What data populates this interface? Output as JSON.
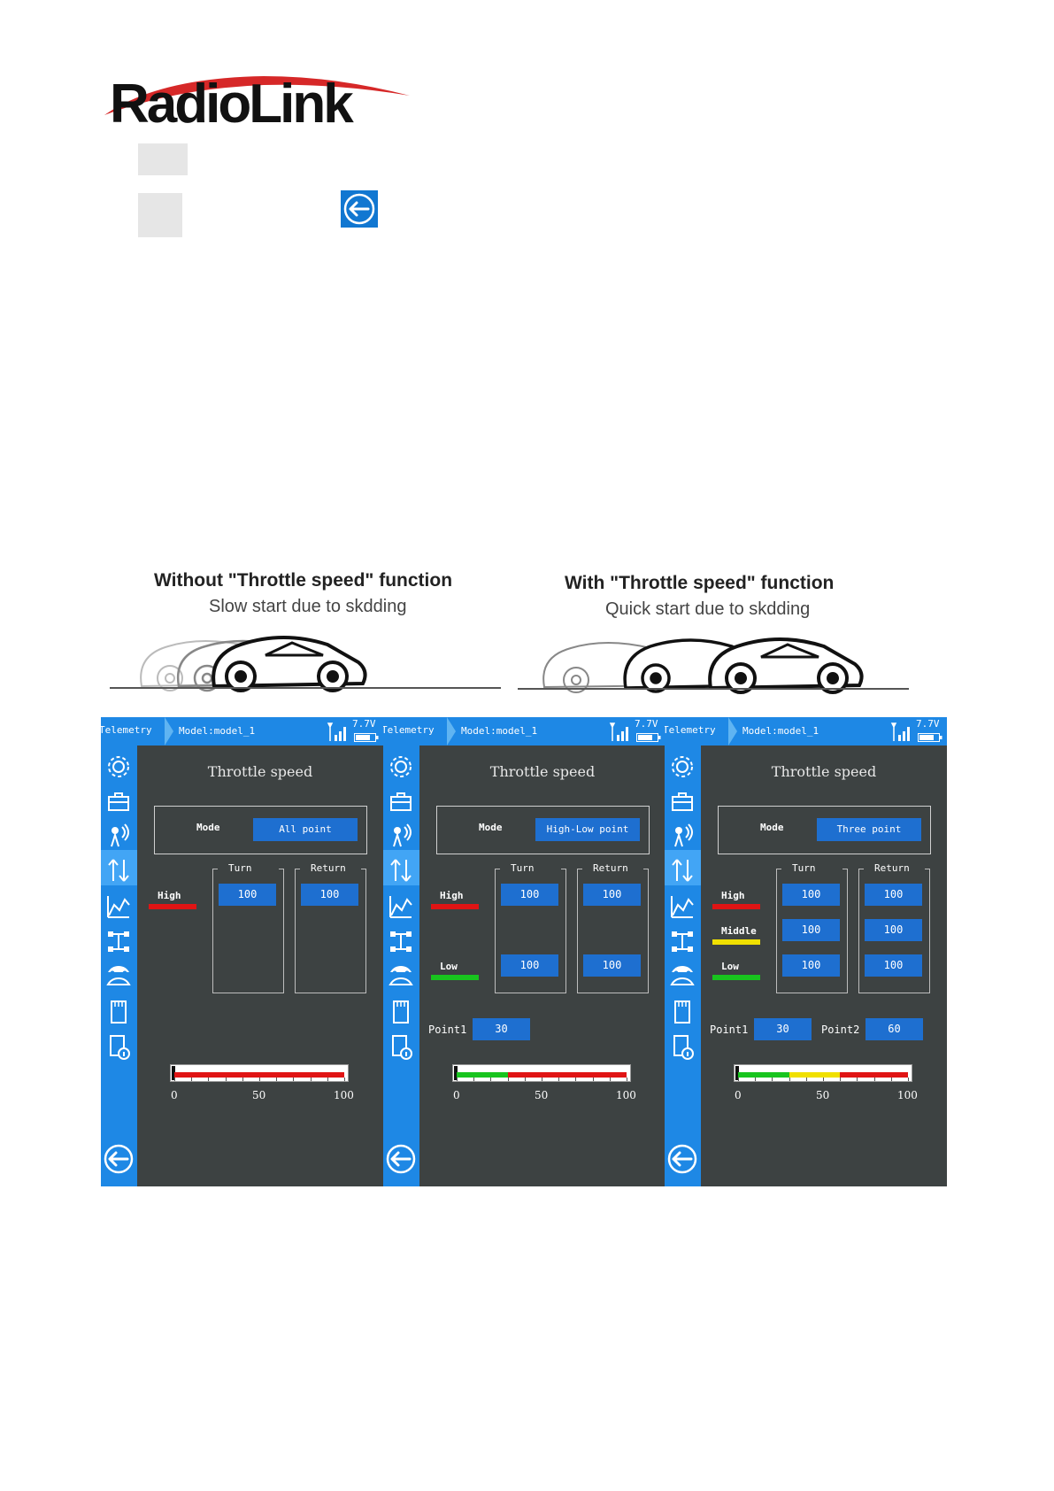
{
  "brand": {
    "logo_text": "RadioLink"
  },
  "figure": {
    "left": {
      "title": "Without \"Throttle speed\" function",
      "subtitle": "Slow start due to skdding"
    },
    "right": {
      "title": "With \"Throttle speed\" function",
      "subtitle": "Quick start due to skdding"
    }
  },
  "colors": {
    "screen_bg": "#3d4242",
    "accent_blue": "#1e88e5",
    "button_blue": "#1e6fd0",
    "high": "#e01414",
    "middle": "#f0e000",
    "low": "#18c41e"
  },
  "screens": [
    {
      "telemetry": "Telemetry",
      "model": "Model:model_1",
      "voltage": "7.7V",
      "title": "Throttle speed",
      "mode_label": "Mode",
      "mode_value": "All point",
      "turn_label": "Turn",
      "return_label": "Return",
      "levels": [
        {
          "name": "High",
          "turn": "100",
          "return": "100"
        }
      ],
      "points": [],
      "bar": {
        "ticks": [
          "0",
          "50",
          "100"
        ],
        "segments": [
          {
            "color": "#e01414",
            "from": 0,
            "to": 100
          }
        ]
      }
    },
    {
      "telemetry": "Telemetry",
      "model": "Model:model_1",
      "voltage": "7.7V",
      "title": "Throttle speed",
      "mode_label": "Mode",
      "mode_value": "High-Low point",
      "turn_label": "Turn",
      "return_label": "Return",
      "levels": [
        {
          "name": "High",
          "turn": "100",
          "return": "100"
        },
        {
          "name": "Low",
          "turn": "100",
          "return": "100"
        }
      ],
      "points": [
        {
          "label": "Point1",
          "value": "30"
        }
      ],
      "bar": {
        "ticks": [
          "0",
          "50",
          "100"
        ],
        "segments": [
          {
            "color": "#18c41e",
            "from": 0,
            "to": 30
          },
          {
            "color": "#e01414",
            "from": 30,
            "to": 100
          }
        ]
      }
    },
    {
      "telemetry": "Telemetry",
      "model": "Model:model_1",
      "voltage": "7.7V",
      "title": "Throttle speed",
      "mode_label": "Mode",
      "mode_value": "Three point",
      "turn_label": "Turn",
      "return_label": "Return",
      "levels": [
        {
          "name": "High",
          "turn": "100",
          "return": "100"
        },
        {
          "name": "Middle",
          "turn": "100",
          "return": "100"
        },
        {
          "name": "Low",
          "turn": "100",
          "return": "100"
        }
      ],
      "points": [
        {
          "label": "Point1",
          "value": "30"
        },
        {
          "label": "Point2",
          "value": "60"
        }
      ],
      "bar": {
        "ticks": [
          "0",
          "50",
          "100"
        ],
        "segments": [
          {
            "color": "#18c41e",
            "from": 0,
            "to": 30
          },
          {
            "color": "#f0e000",
            "from": 30,
            "to": 60
          },
          {
            "color": "#e01414",
            "from": 60,
            "to": 100
          }
        ]
      }
    }
  ]
}
